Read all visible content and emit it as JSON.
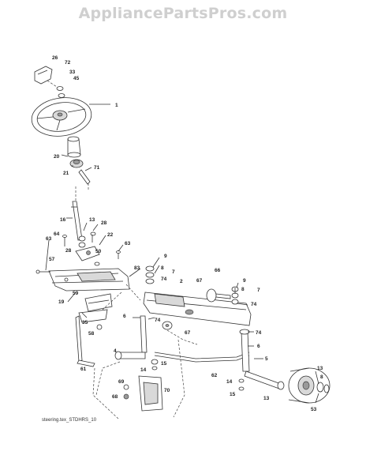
{
  "watermark": "AppliancePartsPros.com",
  "caption": "steering.tex_STDHRS_10",
  "labels": [
    "26",
    "72",
    "33",
    "45",
    "1",
    "20",
    "21",
    "71",
    "16",
    "13",
    "28",
    "64",
    "28",
    "22",
    "63",
    "57",
    "63",
    "50",
    "19",
    "59",
    "83",
    "9",
    "8",
    "74",
    "7",
    "2",
    "66",
    "67",
    "9",
    "8",
    "7",
    "74",
    "6",
    "74",
    "35",
    "58",
    "67",
    "74",
    "61",
    "4",
    "14",
    "15",
    "6",
    "62",
    "5",
    "13",
    "8",
    "69",
    "70",
    "68",
    "14",
    "15",
    "13",
    "53"
  ]
}
